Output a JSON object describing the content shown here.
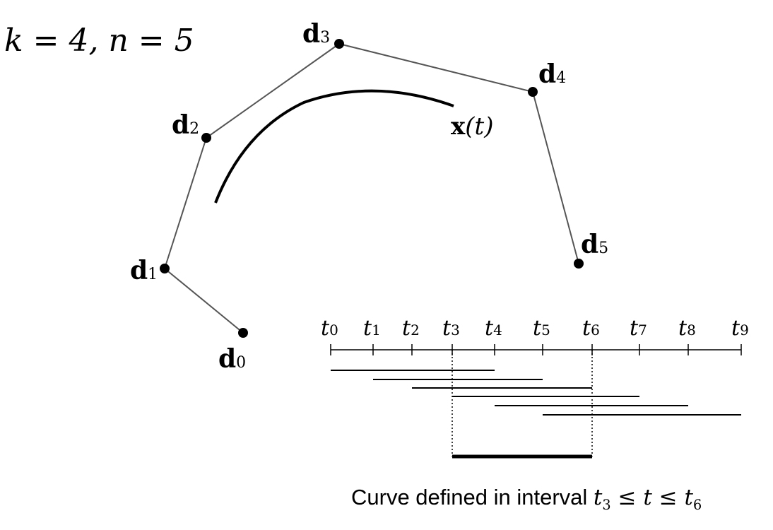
{
  "parameters_label": "k = 4, n = 5",
  "control_points": [
    {
      "base": "d",
      "sub": "0"
    },
    {
      "base": "d",
      "sub": "1"
    },
    {
      "base": "d",
      "sub": "2"
    },
    {
      "base": "d",
      "sub": "3"
    },
    {
      "base": "d",
      "sub": "4"
    },
    {
      "base": "d",
      "sub": "5"
    }
  ],
  "curve_label": {
    "bold": "x",
    "arg": "(t)"
  },
  "knots": [
    {
      "base": "t",
      "sub": "0"
    },
    {
      "base": "t",
      "sub": "1"
    },
    {
      "base": "t",
      "sub": "2"
    },
    {
      "base": "t",
      "sub": "3"
    },
    {
      "base": "t",
      "sub": "4"
    },
    {
      "base": "t",
      "sub": "5"
    },
    {
      "base": "t",
      "sub": "6"
    },
    {
      "base": "t",
      "sub": "7"
    },
    {
      "base": "t",
      "sub": "8"
    },
    {
      "base": "t",
      "sub": "9"
    }
  ],
  "basis_supports": [
    [
      0,
      4
    ],
    [
      1,
      5
    ],
    [
      2,
      6
    ],
    [
      3,
      7
    ],
    [
      4,
      8
    ],
    [
      5,
      9
    ]
  ],
  "defined_interval": [
    3,
    6
  ],
  "caption": {
    "text": "Curve defined in interval",
    "start_var": "t",
    "start_sub": "3",
    "rel1": "≤",
    "mid_var": "t",
    "rel2": "≤",
    "end_var": "t",
    "end_sub": "6"
  }
}
